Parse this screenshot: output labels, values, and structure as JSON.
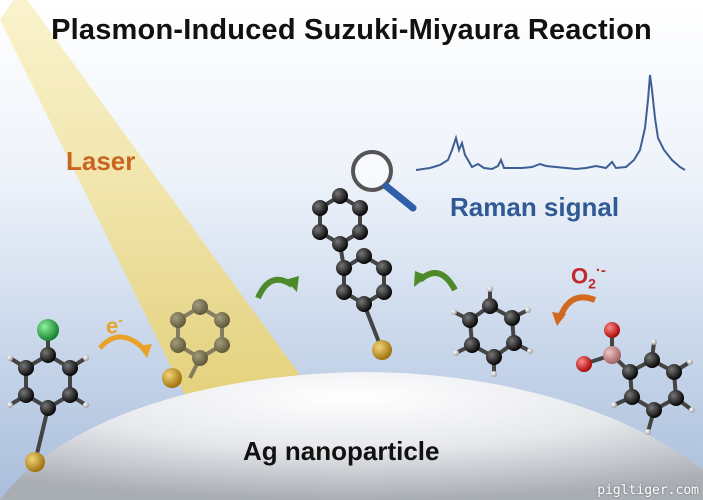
{
  "title": "Plasmon-Induced Suzuki-Miyaura Reaction",
  "labels": {
    "laser": "Laser",
    "raman_signal": "Raman signal",
    "nanoparticle": "Ag nanoparticle",
    "electron": "e",
    "electron_charge": "-",
    "superoxide": "O",
    "superoxide_sub": "2",
    "superoxide_sup": "·-"
  },
  "watermark": "pigltiger.com",
  "colors": {
    "laser": "#f2dd7a",
    "raman_trace": "#3d5f93",
    "carbon": "#111111",
    "sulfur": "#c39016",
    "chlorine": "#1ea33a",
    "oxygen": "#d01818",
    "boron": "#c08484",
    "arrow_green": "#4f8a2a",
    "arrow_orange": "#e8a22a",
    "arrow_red_orange": "#d2691e"
  },
  "icons": [
    "magnifier-icon"
  ]
}
